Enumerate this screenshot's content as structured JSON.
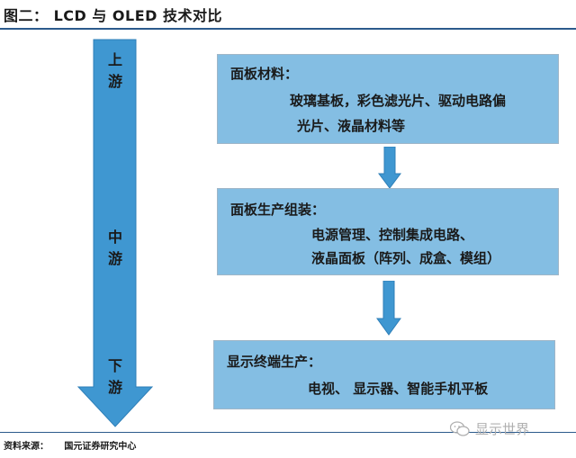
{
  "title": "图二： LCD 与 OLED 技术对比",
  "stages": {
    "upstream": [
      "上",
      "游"
    ],
    "midstream": [
      "中",
      "游"
    ],
    "downstream": [
      "下",
      "游"
    ]
  },
  "boxes": [
    {
      "heading": "面板材料：",
      "lines": [
        "玻璃基板，彩色滤光片、驱动电路偏",
        "光片、液晶材料等"
      ]
    },
    {
      "heading": "面板生产组装：",
      "lines": [
        "电源管理、控制集成电路、",
        "液晶面板（阵列、成盒、模组）"
      ]
    },
    {
      "heading": "显示终端生产：",
      "lines": [
        "电视、 显示器、智能手机平板"
      ]
    }
  ],
  "source": "资料来源：     国元证券研究中心",
  "watermark": "显示世界",
  "colors": {
    "box_fill": "#84bee3",
    "arrow_fill": "#3f97d1",
    "rule": "#2c5a8c"
  }
}
